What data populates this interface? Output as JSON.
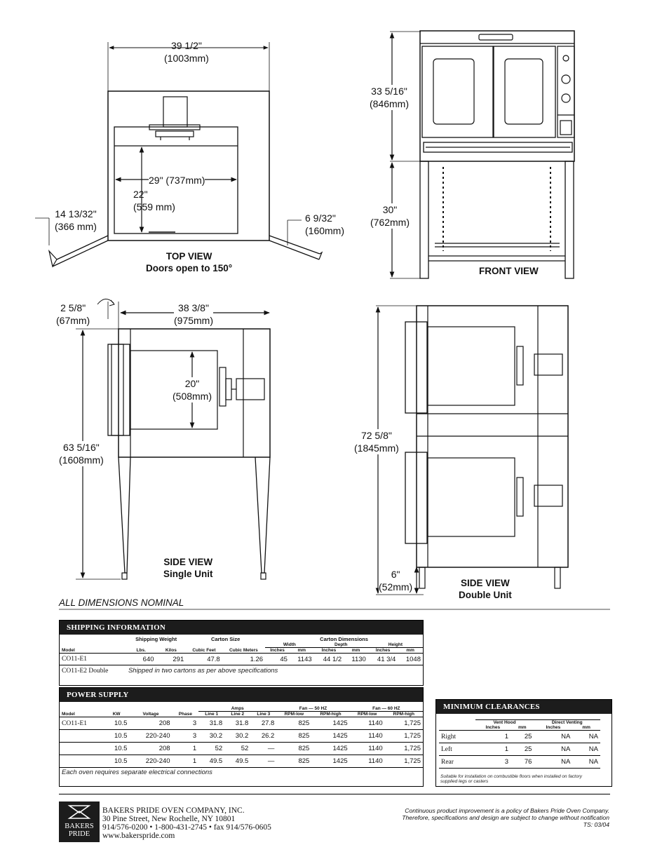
{
  "top_view": {
    "width": {
      "in": "39 1/2\"",
      "mm": "(1003mm)"
    },
    "inner": "29\" (737mm)",
    "depth": {
      "in": "22\"",
      "mm": "(559 mm)"
    },
    "left_door": {
      "in": "14 13/32\"",
      "mm": "(366 mm)"
    },
    "right_door": {
      "in": "6 9/32\"",
      "mm": "(160mm)"
    },
    "title": "TOP VIEW",
    "subtitle": "Doors open to 150°"
  },
  "front_view": {
    "upper": {
      "in": "33 5/16\"",
      "mm": "(846mm)"
    },
    "lower": {
      "in": "30\"",
      "mm": "(762mm)"
    },
    "title": "FRONT VIEW"
  },
  "side_single": {
    "gap": {
      "in": "2 5/8\"",
      "mm": "(67mm)"
    },
    "depth": {
      "in": "38 3/8\"",
      "mm": "(975mm)"
    },
    "door": {
      "in": "20\"",
      "mm": "(508mm)"
    },
    "height": {
      "in": "63 5/16\"",
      "mm": "(1608mm)"
    },
    "title": "SIDE VIEW",
    "subtitle": "Single Unit"
  },
  "side_double": {
    "height": {
      "in": "72 5/8\"",
      "mm": "(1845mm)"
    },
    "leg": {
      "in": "6\"",
      "mm": "(52mm)"
    },
    "title": "SIDE VIEW",
    "subtitle": "Double Unit"
  },
  "nominal": "ALL DIMENSIONS NOMINAL",
  "shipping": {
    "title": "SHIPPING INFORMATION",
    "group_headers": {
      "weight": "Shipping Weight",
      "size": "Carton Size",
      "dims": "Carton Dimensions"
    },
    "sub_headers": {
      "width": "Width",
      "depth": "Depth",
      "height": "Height"
    },
    "col_headers": [
      "Model",
      "Lbs.",
      "Kilos",
      "Cubic Feet",
      "Cubic Meters",
      "Inches",
      "mm",
      "Inches",
      "mm",
      "Inches",
      "mm"
    ],
    "rows": [
      [
        "CO11-E1",
        "640",
        "291",
        "47.8",
        "1.26",
        "45",
        "1143",
        "44 1/2",
        "1130",
        "41 3/4",
        "1048"
      ]
    ],
    "double_model": "CO11-E2 Double",
    "double_note": "Shipped in two cartons as per above specifications"
  },
  "power": {
    "title": "POWER SUPPLY",
    "group_headers": {
      "amps": "Amps",
      "fan50": "Fan — 50 HZ",
      "fan60": "Fan — 60 HZ"
    },
    "col_headers": [
      "Model",
      "KW",
      "Voltage",
      "Phase",
      "Line 1",
      "Line 2",
      "Line 3",
      "RPM-low",
      "RPM-high",
      "RPM-low",
      "RPM-high"
    ],
    "rows": [
      [
        "CO11-E1",
        "10.5",
        "208",
        "3",
        "31.8",
        "31.8",
        "27.8",
        "825",
        "1425",
        "1140",
        "1,725"
      ],
      [
        "",
        "10.5",
        "220-240",
        "3",
        "30.2",
        "30.2",
        "26.2",
        "825",
        "1425",
        "1140",
        "1,725"
      ],
      [
        "",
        "10.5",
        "208",
        "1",
        "52",
        "52",
        "—",
        "825",
        "1425",
        "1140",
        "1,725"
      ],
      [
        "",
        "10.5",
        "220-240",
        "1",
        "49.5",
        "49.5",
        "—",
        "825",
        "1425",
        "1140",
        "1,725"
      ]
    ],
    "note": "Each oven requires separate electrical connections"
  },
  "clearances": {
    "title": "MINIMUM CLEARANCES",
    "group_headers": {
      "vent": "Vent Hood",
      "direct": "Direct Venting"
    },
    "col_headers": [
      "Inches",
      "mm",
      "Inches",
      "mm"
    ],
    "rows": [
      [
        "Right",
        "1",
        "25",
        "NA",
        "NA"
      ],
      [
        "Left",
        "1",
        "25",
        "NA",
        "NA"
      ],
      [
        "Rear",
        "3",
        "76",
        "NA",
        "NA"
      ]
    ],
    "note": "Suitable for installation on combustible floors when installed on factory supplied legs or casters"
  },
  "company": {
    "name": "BAKERS PRIDE OVEN COMPANY, INC.",
    "address": "30 Pine Street, New Rochelle, NY 10801",
    "phone": "914/576-0200 • 1-800-431-2745 • fax 914/576-0605",
    "web": "www.bakerspride.com",
    "logo_line1": "BAKERS",
    "logo_line2": "PRIDE"
  },
  "disclaimer": {
    "line1": "Continuous product improvement is a policy of Bakers Pride Oven Company.",
    "line2": "Therefore, specifications and design are subject to change without notification",
    "line3": "TS: 03/04"
  }
}
